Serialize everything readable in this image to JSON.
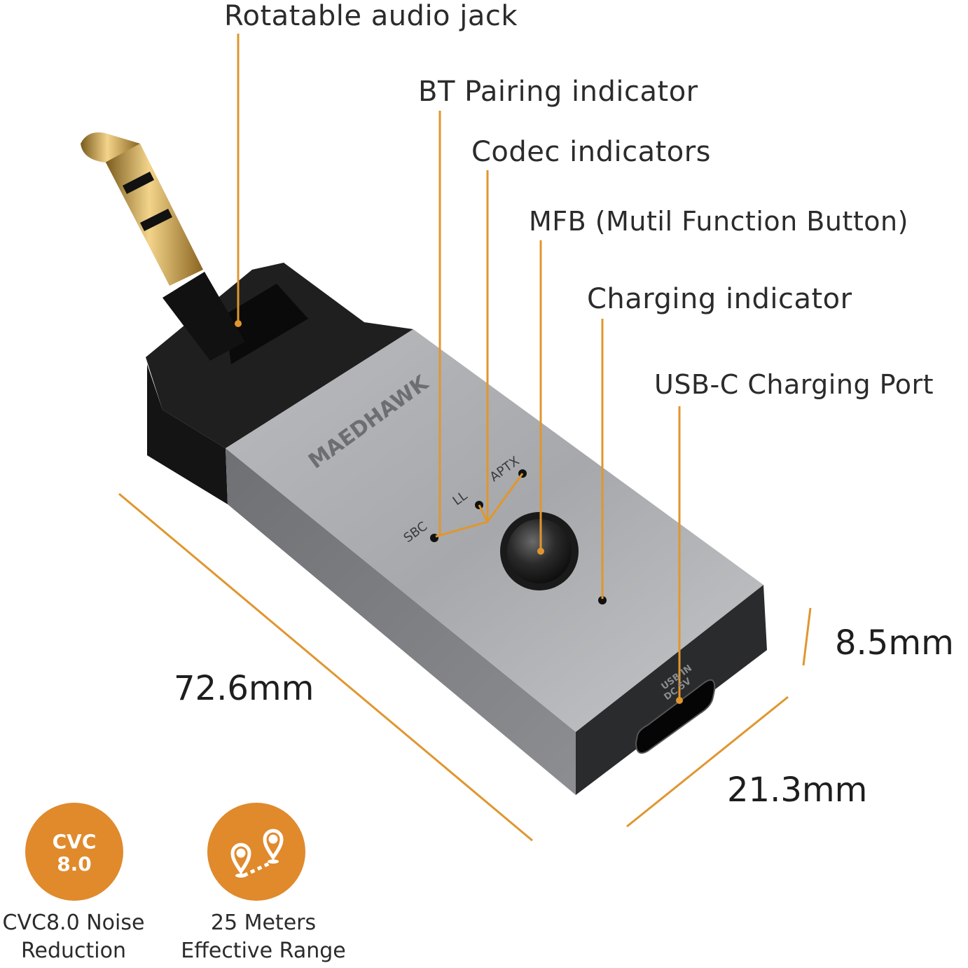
{
  "callouts": {
    "jack": "Rotatable audio jack",
    "bt_pairing": "BT Pairing indicator",
    "codec": "Codec indicators",
    "mfb": "MFB (Mutil Function Button)",
    "charging": "Charging indicator",
    "usb_c": "USB-C Charging Port"
  },
  "device": {
    "brand": "MAEDHAWK",
    "led_sbc": "SBC",
    "led_ll": "LL",
    "led_aptx": "APTX",
    "port_label_1": "USB IN",
    "port_label_2": "DC 5V"
  },
  "dimensions": {
    "length": "72.6mm",
    "width": "21.3mm",
    "height": "8.5mm"
  },
  "features": [
    {
      "badge_line1": "CVC",
      "badge_line2": "8.0",
      "caption_line1": "CVC8.0 Noise",
      "caption_line2": "Reduction"
    },
    {
      "icon": "location-pins-icon",
      "caption_line1": "25 Meters",
      "caption_line2": "Effective Range"
    }
  ],
  "colors": {
    "accent": "#e08a2c",
    "body_silver": "#a9abae",
    "body_black": "#1b1b1b"
  }
}
